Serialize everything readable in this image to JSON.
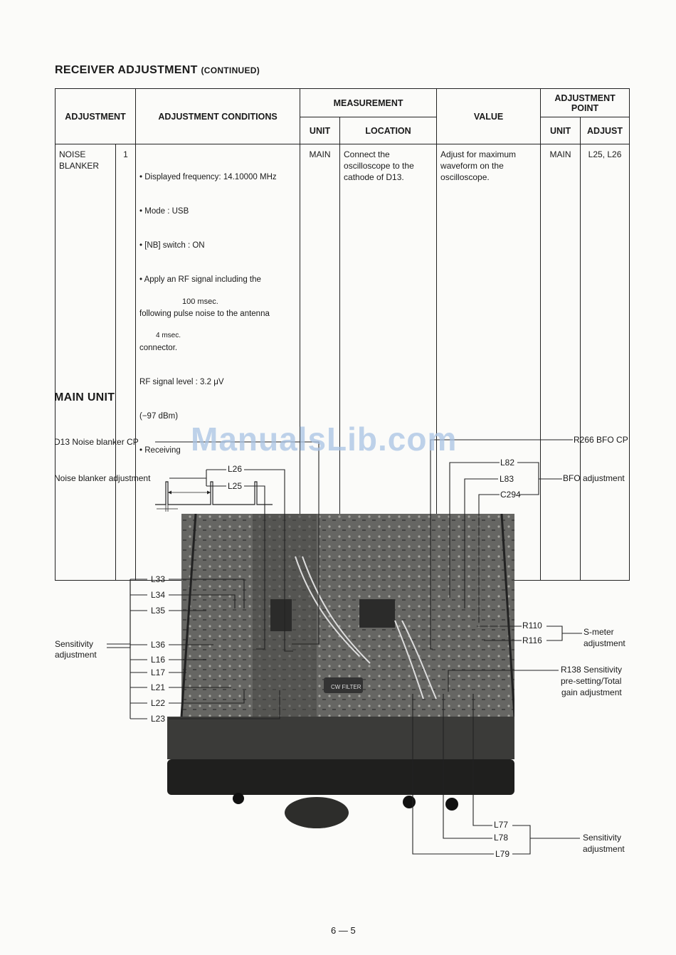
{
  "section_title": "RECEIVER ADJUSTMENT",
  "section_title_suffix": "(CONTINUED)",
  "table": {
    "headers": {
      "adjustment": "ADJUSTMENT",
      "conditions": "ADJUSTMENT CONDITIONS",
      "measurement": "MEASUREMENT",
      "unit": "UNIT",
      "location": "LOCATION",
      "value": "VALUE",
      "adjustment_point": "ADJUSTMENT POINT",
      "ap_unit": "UNIT",
      "ap_adjust": "ADJUST"
    },
    "row": {
      "adjustment": "NOISE BLANKER",
      "step": "1",
      "conditions": [
        "• Displayed frequency: 14.10000 MHz",
        "• Mode                    : USB",
        "• [NB] switch           : ON",
        "• Apply an RF signal including the",
        "   following pulse noise to the antenna",
        "   connector.",
        "      RF signal level   : 3.2 μV",
        "                               (−97 dBm)",
        "• Receiving"
      ],
      "pulse_period": "100 msec.",
      "pulse_width": "4 msec.",
      "unit": "MAIN",
      "location": "Connect the oscilloscope to the cathode of D13.",
      "value": "Adjust for maximum waveform on the oscilloscope.",
      "ap_unit": "MAIN",
      "ap_adjust": "L25, L26"
    }
  },
  "main_unit_title": "MAIN UNIT",
  "watermark": "ManualsLib.com",
  "callouts": {
    "d13": "D13  Noise blanker CP",
    "nb_adj": "Noise blanker adjustment",
    "l26": "L26",
    "l25": "L25",
    "r266": "R266  BFO CP",
    "l82": "L82",
    "l83": "L83",
    "c294": "C294",
    "bfo_adj": "BFO adjustment",
    "l33": "L33",
    "l34": "L34",
    "l35": "L35",
    "l36": "L36",
    "l16": "L16",
    "l17": "L17",
    "l21": "L21",
    "l22": "L22",
    "l23": "L23",
    "sens_adj_left_1": "Sensitivity",
    "sens_adj_left_2": "adjustment",
    "r110": "R110",
    "r116": "R116",
    "smeter_1": "S-meter",
    "smeter_2": "adjustment",
    "r138_1": "R138  Sensitivity",
    "r138_2": "pre-setting/Total",
    "r138_3": "gain adjustment",
    "l77": "L77",
    "l78": "L78",
    "l79": "L79",
    "sens_adj_right_1": "Sensitivity",
    "sens_adj_right_2": "adjustment",
    "cw_filter": "CW FILTER"
  },
  "page_number": "6 — 5"
}
